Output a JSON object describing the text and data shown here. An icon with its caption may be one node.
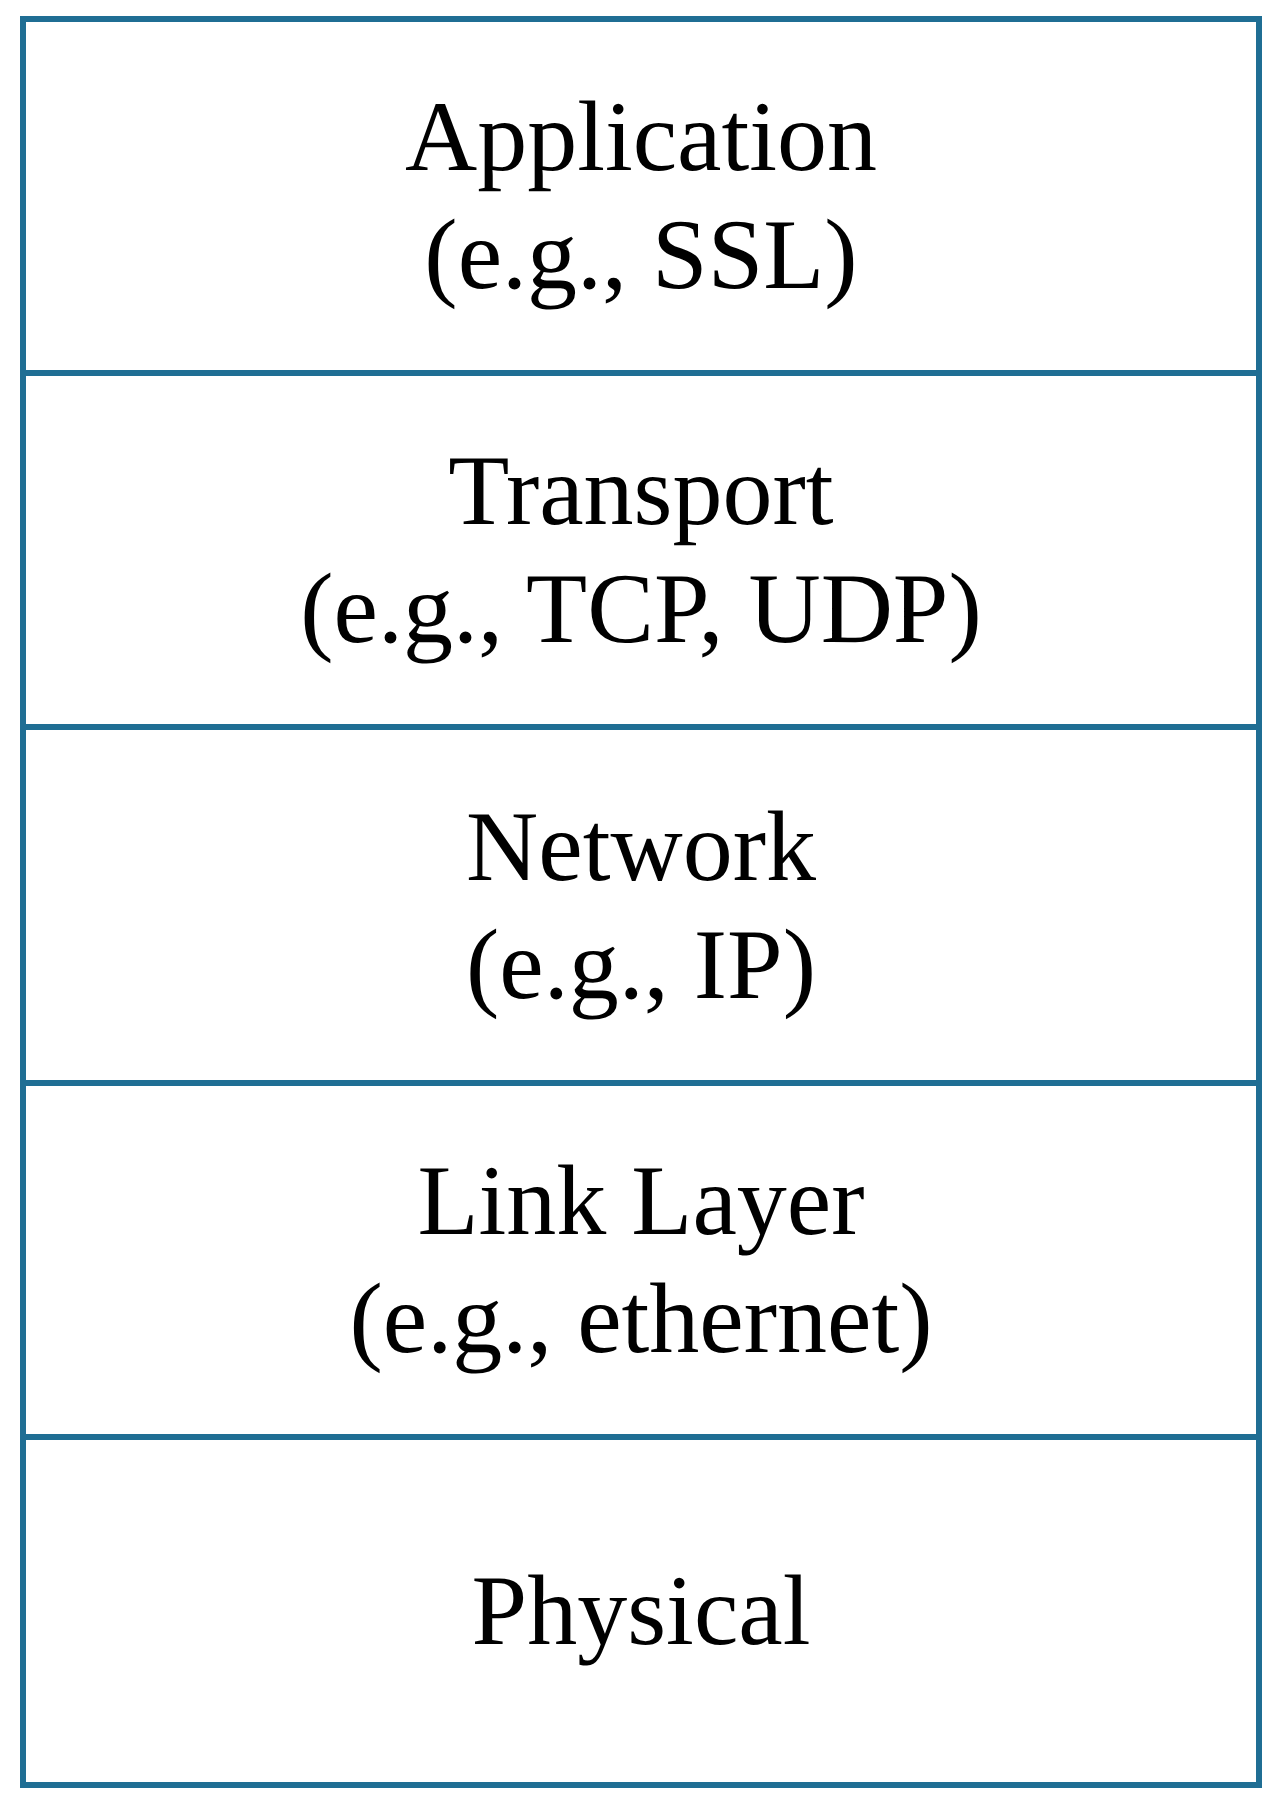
{
  "diagram": {
    "nodes": [
      {
        "text": [
          "Application",
          "(e.g., SSL)"
        ]
      },
      {
        "text": [
          "Transport",
          "(e.g., TCP, UDP)"
        ]
      },
      {
        "text": [
          "Network",
          "(e.g., IP)"
        ]
      },
      {
        "text": [
          "Link Layer",
          "(e.g., ethernet)"
        ]
      },
      {
        "text": [
          "Physical"
        ]
      }
    ]
  }
}
